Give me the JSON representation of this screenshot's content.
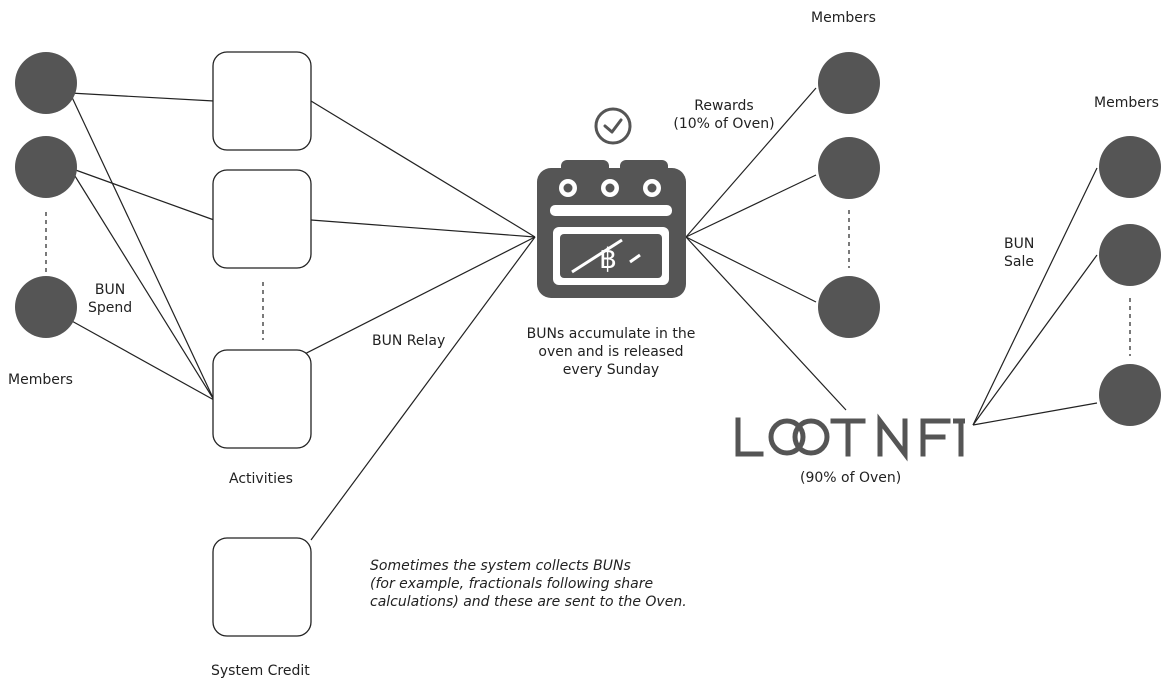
{
  "labels": {
    "members_left": "Members",
    "members_top_right": "Members",
    "members_far_right": "Members",
    "bun_spend": "BUN\nSpend",
    "activities": "Activities",
    "system_credit": "System Credit",
    "bun_relay": "BUN Relay",
    "oven_caption": "BUNs accumulate in the\noven and is released\nevery Sunday",
    "rewards": "Rewards\n(10% of Oven)",
    "bun_sale": "BUN\nSale",
    "loot_share": "(90% of Oven)",
    "system_note": "Sometimes the system collects BUNs\n(for example, fractionals following share\ncalculations) and these are sent to the Oven."
  },
  "logo": {
    "text": "LOOT NFT"
  },
  "colors": {
    "node_fill": "#555555",
    "line": "#222222",
    "oven": "#555555"
  },
  "icons": {
    "oven": "oven-icon",
    "clock": "clock-icon",
    "currency": "baht-symbol"
  }
}
